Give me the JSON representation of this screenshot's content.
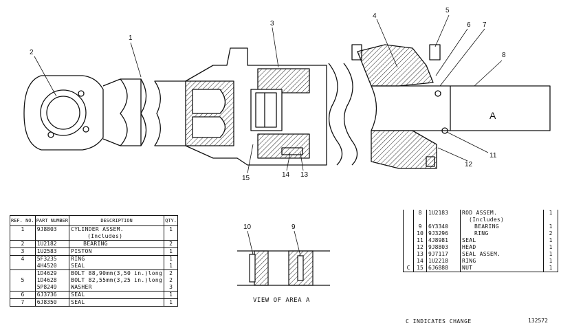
{
  "callouts": [
    "1",
    "2",
    "3",
    "4",
    "5",
    "6",
    "7",
    "8",
    "9",
    "10",
    "11",
    "12",
    "13",
    "14",
    "15"
  ],
  "view_letter": "A",
  "view_caption": "VIEW OF AREA  A",
  "left_table": {
    "headers": [
      "REF. NO.",
      "PART NUMBER",
      "DESCRIPTION",
      "QTY."
    ],
    "rows": [
      {
        "ref": "1",
        "part": "9J8803",
        "desc": "CYLINDER ASSEM.",
        "qty": "1"
      },
      {
        "ref": "",
        "part": "",
        "desc": "(Includes)",
        "qty": ""
      },
      {
        "ref": "2",
        "part": "1U2182",
        "desc": "BEARING",
        "qty": "2"
      },
      {
        "ref": "3",
        "part": "1U2583",
        "desc": "PISTON",
        "qty": "1"
      },
      {
        "ref": "4",
        "part": "5F3235",
        "desc": "RING",
        "qty": "1"
      },
      {
        "ref": "",
        "part": "4H4520",
        "desc": "SEAL",
        "qty": "1"
      },
      {
        "ref": "",
        "part": "1D4629",
        "desc": "BOLT  88,90mm(3,50 in.)long",
        "qty": "2"
      },
      {
        "ref": "5",
        "part": "1D4628",
        "desc": "BOLT  82,55mm(3,25 in.)long",
        "qty": "2"
      },
      {
        "ref": "",
        "part": "5P8249",
        "desc": "WASHER",
        "qty": "3"
      },
      {
        "ref": "6",
        "part": "6J3736",
        "desc": "SEAL",
        "qty": "1"
      },
      {
        "ref": "7",
        "part": "6J8350",
        "desc": "SEAL",
        "qty": "1"
      }
    ]
  },
  "right_table": {
    "rows": [
      {
        "mark": "",
        "ref": "8",
        "part": "1U2183",
        "desc": "ROD ASSEM.",
        "qty": "1"
      },
      {
        "mark": "",
        "ref": "",
        "part": "",
        "desc": "(Includes)",
        "qty": ""
      },
      {
        "mark": "",
        "ref": "9",
        "part": "6Y3340",
        "desc": "BEARING",
        "qty": "1"
      },
      {
        "mark": "",
        "ref": "10",
        "part": "9J3296",
        "desc": "RING",
        "qty": "2"
      },
      {
        "mark": "",
        "ref": "11",
        "part": "4J8981",
        "desc": "SEAL",
        "qty": "1"
      },
      {
        "mark": "",
        "ref": "12",
        "part": "9J8803",
        "desc": "HEAD",
        "qty": "1"
      },
      {
        "mark": "",
        "ref": "13",
        "part": "9J7117",
        "desc": "SEAL  ASSEM.",
        "qty": "1"
      },
      {
        "mark": "",
        "ref": "14",
        "part": "1U2218",
        "desc": "RING",
        "qty": "1"
      },
      {
        "mark": "C",
        "ref": "15",
        "part": "6J6888",
        "desc": "NUT",
        "qty": "1"
      }
    ],
    "footnote": "C  INDICATES CHANGE",
    "figure_number": "132572"
  }
}
